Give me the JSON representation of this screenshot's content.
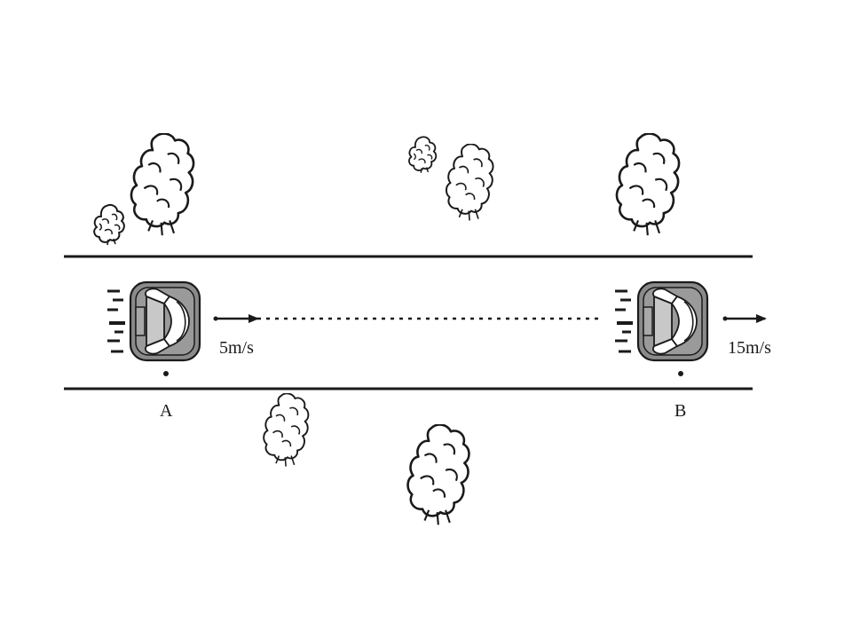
{
  "points": {
    "a": "A",
    "b": "B"
  },
  "speeds": {
    "car_a": "5m/s",
    "car_b": "15m/s"
  },
  "colors": {
    "line": "#1a1a1a",
    "car_body": "#8a8a8a",
    "car_roof": "#c8c8c8",
    "background": "#ffffff"
  }
}
